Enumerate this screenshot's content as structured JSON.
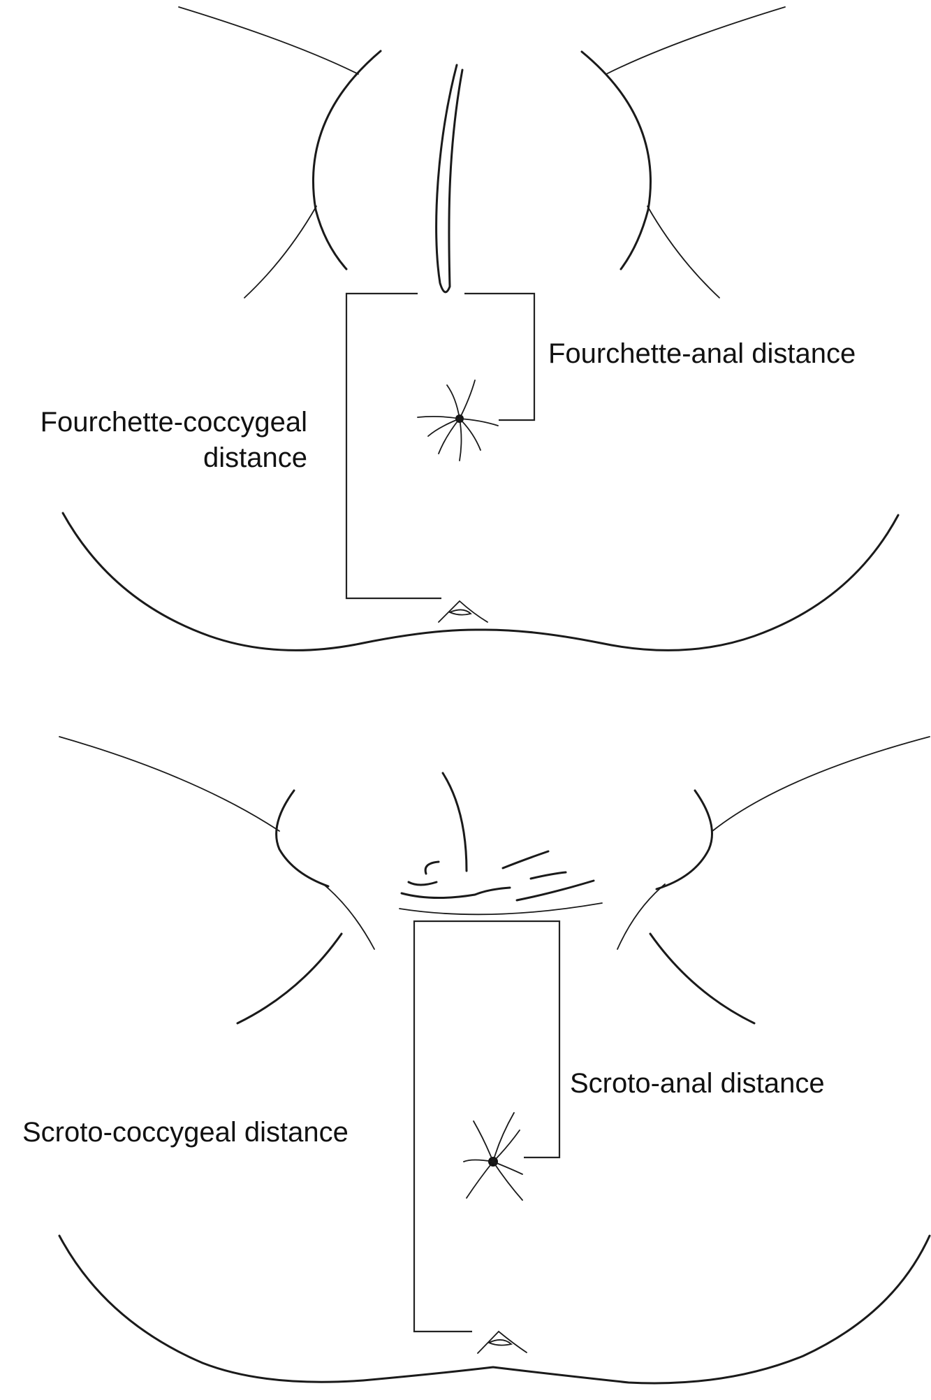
{
  "top_diagram": {
    "label_short": "Fourchette-anal distance",
    "label_long_line1": "Fourchette-coccygeal",
    "label_long_line2": "distance"
  },
  "bottom_diagram": {
    "label_short": "Scroto-anal distance",
    "label_long": "Scroto-coccygeal distance"
  },
  "colors": {
    "line": "#1a1a1a",
    "background": "#ffffff"
  }
}
